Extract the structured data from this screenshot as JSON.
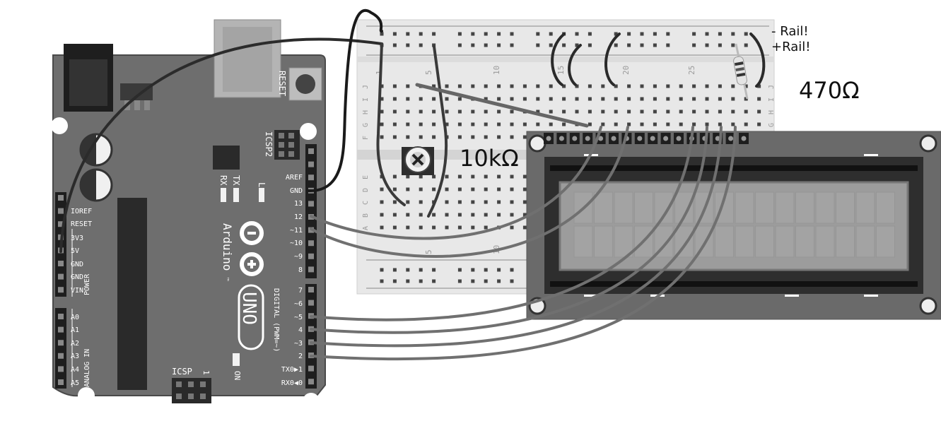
{
  "labels": {
    "rail_minus": "- Rail!",
    "rail_plus": "+Rail!",
    "resistor": "470Ω",
    "potentiometer": "10kΩ"
  },
  "arduino": {
    "reset": "RESET",
    "icsp2": "ICSP2",
    "icsp": "ICSP",
    "icsp_pin1": "1",
    "brand": "Arduino",
    "tm": "™",
    "model": "UNO",
    "on": "ON",
    "tx": "TX",
    "rx": "RX",
    "l": "L",
    "power_header": "POWER",
    "analog_header": "ANALOG IN",
    "digital_header": "DIGITAL (PWM=~)",
    "power_pins": [
      "IOREF",
      "RESET",
      "3V3",
      "5V",
      "GND",
      "GND",
      "VIN"
    ],
    "analog_pins": [
      "A0",
      "A1",
      "A2",
      "A3",
      "A4",
      "A5"
    ],
    "digital_top_pins": [
      "AREF",
      "GND",
      "13",
      "12",
      "~11",
      "~10",
      "~9",
      "8"
    ],
    "digital_bottom_pins": [
      "7",
      "~6",
      "~5",
      "4",
      "~3",
      "2",
      "TX0▶1",
      "RX0◀0"
    ]
  },
  "breadboard": {
    "column_numbers": [
      "1",
      "5",
      "10",
      "15",
      "20",
      "25"
    ],
    "row_letters_top": [
      "J",
      "I",
      "H",
      "G",
      "F"
    ],
    "row_letters_bottom": [
      "E",
      "D",
      "C",
      "B",
      "A"
    ]
  },
  "colors": {
    "board": "#6b6b6b",
    "board_dark": "#3c3c3c",
    "breadboard": "#e6e6e6",
    "wire": "#5a5a5a",
    "wire_dark": "#222222",
    "lcd_frame": "#4a4a4a",
    "lcd_screen": "#9a9a9a"
  }
}
